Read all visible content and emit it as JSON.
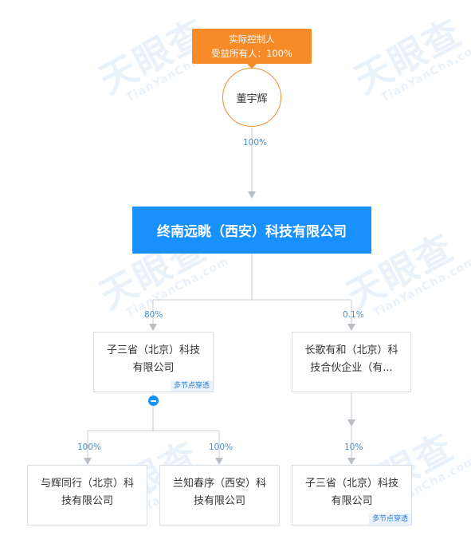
{
  "watermark": {
    "main": "天眼查",
    "sub": "TianYanCha.com"
  },
  "controller": {
    "title": "实际控制人",
    "benefit": "受益所有人：100%"
  },
  "person": {
    "name": "董宇辉"
  },
  "edges": {
    "person_to_main": "100%",
    "main_to_left": "80%",
    "main_to_right": "0.1%",
    "left_to_child1": "100%",
    "left_to_child2": "100%",
    "right_to_child": "10%"
  },
  "main_company": {
    "name": "终南远眺（西安）科技有限公司"
  },
  "level2": {
    "left": {
      "line1": "子三省（北京）科技",
      "line2": "有限公司",
      "tag": "多节点穿透"
    },
    "right": {
      "line1": "长歌有和（北京）科",
      "line2": "技合伙企业（有..."
    }
  },
  "level3": {
    "child1": {
      "line1": "与辉同行（北京）科",
      "line2": "技有限公司"
    },
    "child2": {
      "line1": "兰知春序（西安）科",
      "line2": "技有限公司"
    },
    "child3": {
      "line1": "子三省（北京）科技",
      "line2": "有限公司",
      "tag": "多节点穿透"
    }
  },
  "colors": {
    "accent": "#1890ff",
    "controller": "#f58a27",
    "line": "#c8cdd3"
  }
}
